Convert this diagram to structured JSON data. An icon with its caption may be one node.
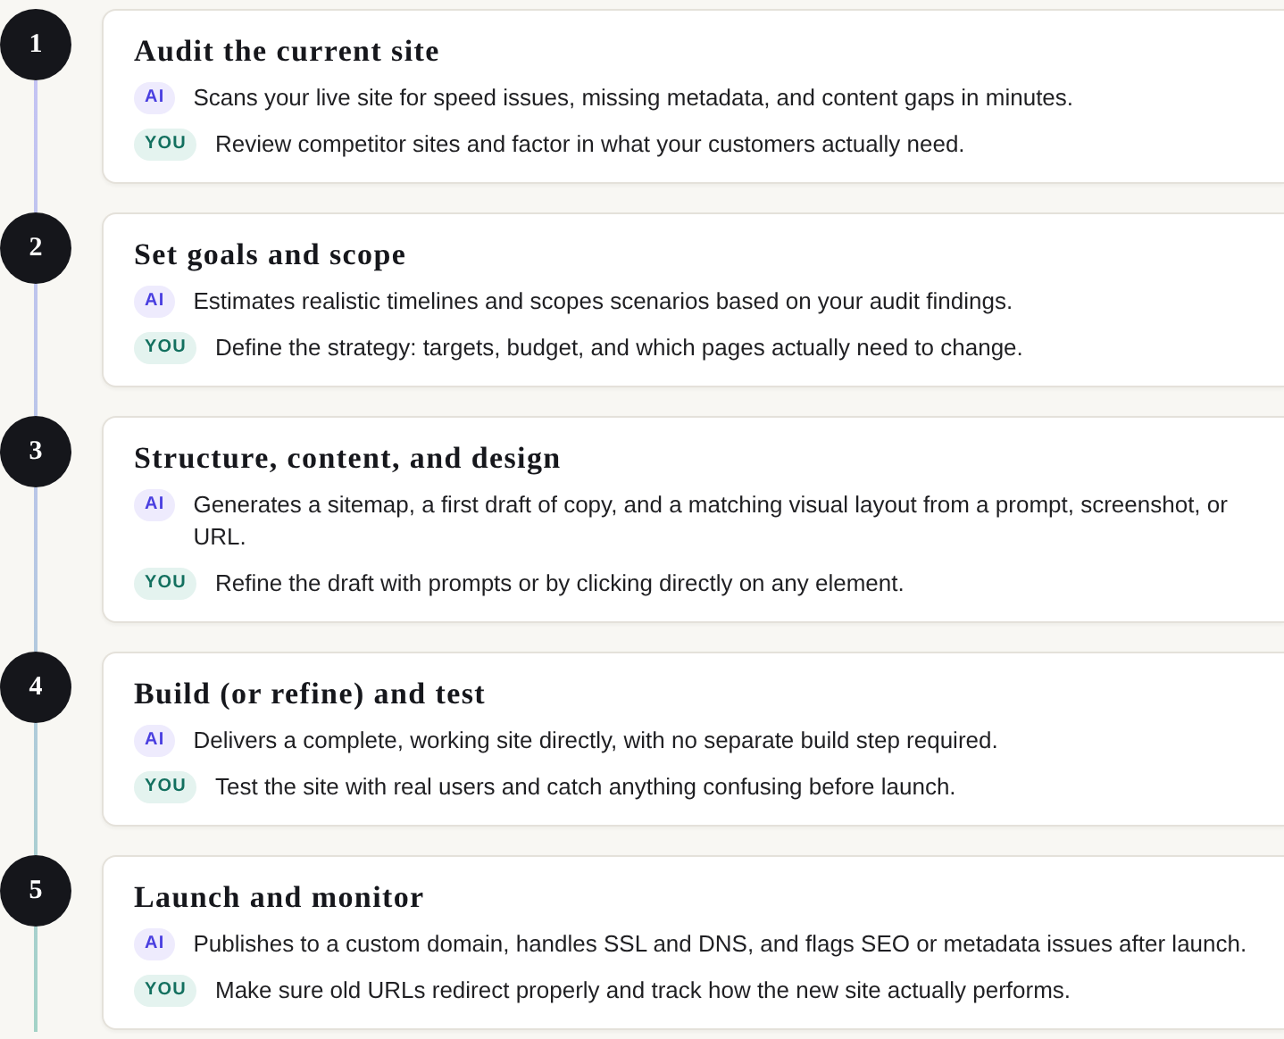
{
  "diagram": {
    "nodes": [
      {
        "text": [
          "1"
        ]
      },
      {
        "text": [
          "Audit the current site"
        ]
      },
      {
        "text": [
          "AI"
        ],
        "in": 1,
        "beside": [
          "Scans your live site for speed issues, missing metadata, and content gaps in minutes."
        ]
      },
      {
        "text": [
          "YOU"
        ],
        "in": 1,
        "beside": [
          "Review competitor sites and factor in what your customers actually need."
        ]
      },
      {
        "text": [
          "2"
        ]
      },
      {
        "text": [
          "Set goals and scope"
        ]
      },
      {
        "text": [
          "AI"
        ],
        "in": 5,
        "beside": [
          "Estimates realistic timelines and scopes scenarios based on your audit findings."
        ]
      },
      {
        "text": [
          "YOU"
        ],
        "in": 5,
        "beside": [
          "Define the strategy: targets, budget, and which pages actually need to change."
        ]
      },
      {
        "text": [
          "3"
        ]
      },
      {
        "text": [
          "Structure, content, and design"
        ]
      },
      {
        "text": [
          "AI"
        ],
        "in": 9,
        "beside": [
          "Generates a sitemap, a first draft of copy, and a matching visual layout from a prompt, screenshot, or URL."
        ]
      },
      {
        "text": [
          "YOU"
        ],
        "in": 9,
        "beside": [
          "Refine the draft with prompts or by clicking directly on any element."
        ]
      },
      {
        "text": [
          "4"
        ]
      },
      {
        "text": [
          "Build (or refine) and test"
        ]
      },
      {
        "text": [
          "AI"
        ],
        "in": 13,
        "beside": [
          "Delivers a complete, working site directly, with no separate build step required."
        ]
      },
      {
        "text": [
          "YOU"
        ],
        "in": 13,
        "beside": [
          "Test the site with real users and catch anything confusing before launch."
        ]
      },
      {
        "text": [
          "5"
        ]
      },
      {
        "text": [
          "Launch and monitor"
        ]
      },
      {
        "text": [
          "AI"
        ],
        "in": 17,
        "beside": [
          "Publishes to a custom domain, handles SSL and DNS, and flags SEO or metadata issues after launch."
        ]
      },
      {
        "text": [
          "YOU"
        ],
        "in": 17,
        "beside": [
          "Make sure old URLs redirect properly and track how the new site actually performs."
        ]
      }
    ],
    "edges": [
      {
        "from": 0,
        "to": 4,
        "arrow": "none"
      },
      {
        "from": 4,
        "to": 8,
        "arrow": "none"
      },
      {
        "from": 8,
        "to": 12,
        "arrow": "none"
      },
      {
        "from": 12,
        "to": 16,
        "arrow": "none"
      },
      {
        "from": 16,
        "to": null,
        "arrow": "none"
      }
    ]
  }
}
